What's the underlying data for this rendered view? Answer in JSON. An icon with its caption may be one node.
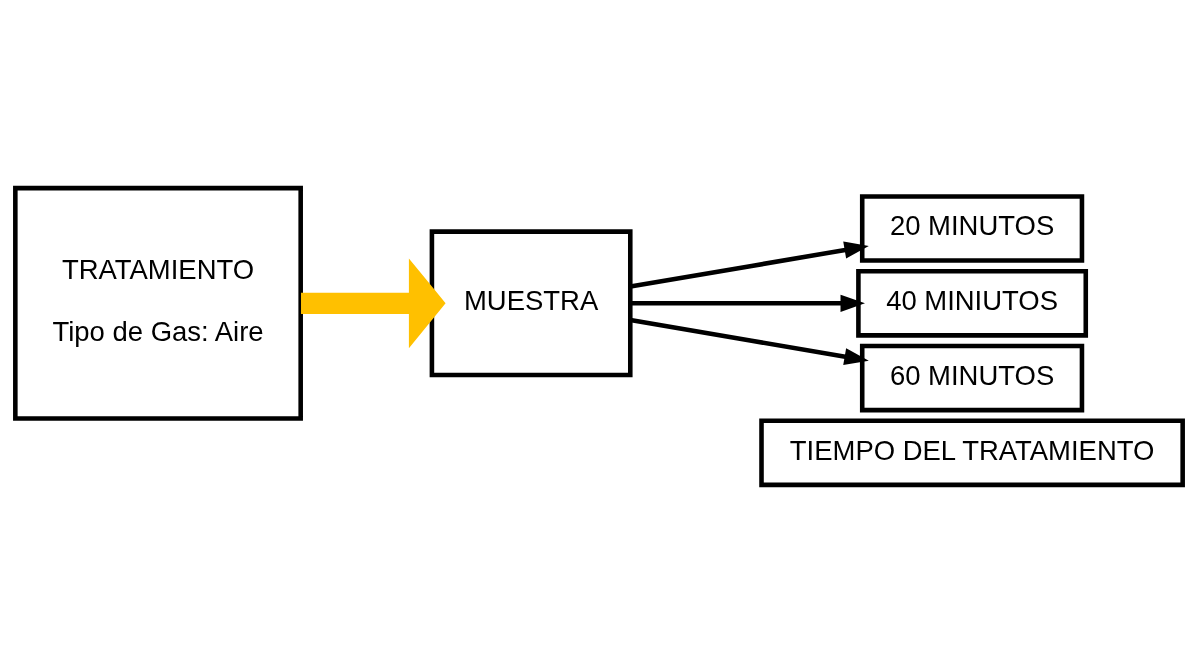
{
  "diagram": {
    "nodes": [
      {
        "text": [
          "TIEMPO DEL TRATAMIENTO"
        ]
      },
      {
        "text": [
          "TRATAMIENTO",
          "Tipo de Gas: Aire"
        ]
      },
      {
        "text": [
          "MUESTRA"
        ]
      },
      {
        "text": [
          "20 MINUTOS"
        ]
      },
      {
        "text": [
          "40 MINIUTOS"
        ]
      },
      {
        "text": [
          "60 MINUTOS"
        ]
      }
    ],
    "edges": [
      {
        "from": 1,
        "to": 2,
        "arrow": "to",
        "style": "thick",
        "color": "#ffc000"
      },
      {
        "from": 2,
        "to": 3,
        "arrow": "to"
      },
      {
        "from": 2,
        "to": 4,
        "arrow": "to"
      },
      {
        "from": 2,
        "to": 5,
        "arrow": "to"
      }
    ]
  }
}
